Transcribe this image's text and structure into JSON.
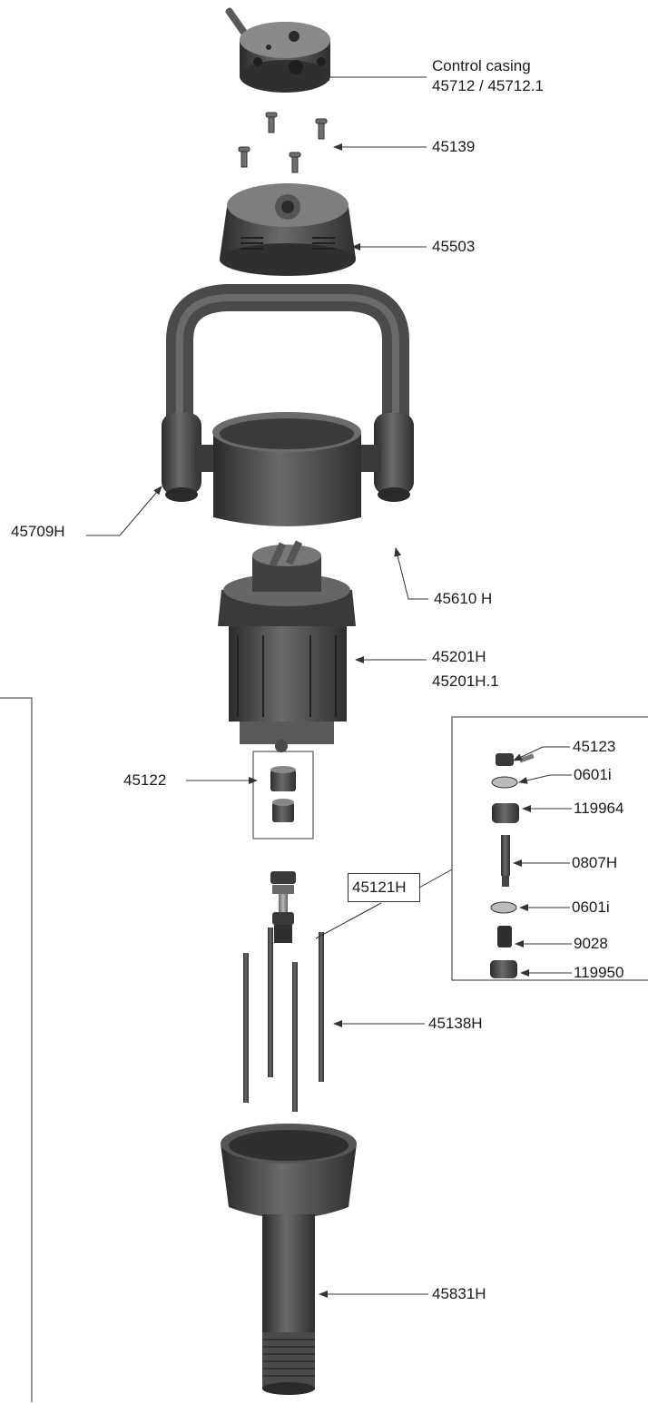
{
  "labels": {
    "control_casing_title": "Control casing",
    "control_casing_parts": "45712 / 45712.1",
    "screws": "45139",
    "motor_cover": "45503",
    "handle": "45709H",
    "handle_cap": "45610 H",
    "motor_a": "45201H",
    "motor_b": "45201H.1",
    "sleeves": "45122",
    "shaft_assembly": "45121H",
    "shaft_nut": "45123",
    "bearing_top": "0601i",
    "cap_top": "119964",
    "shaft": "0807H",
    "bearing_bottom": "0601i",
    "gear": "9028",
    "cap_bottom": "119950",
    "rods": "45138H",
    "base_tube": "45831H"
  },
  "colors": {
    "part_dark": "#3a3a3a",
    "part_mid": "#5a5a5a",
    "part_light": "#8c8c8c",
    "line": "#333333"
  }
}
